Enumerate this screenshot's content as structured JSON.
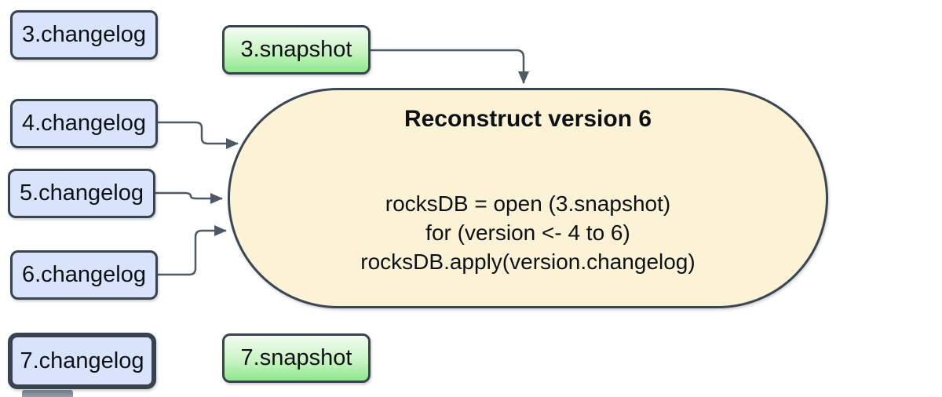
{
  "diagram": {
    "type": "flow-diagram",
    "nodes": {
      "changelog_3": {
        "label": "3.changelog",
        "shape": "rounded-rect",
        "fill": "#d7e4fb"
      },
      "snapshot_3": {
        "label": "3.snapshot",
        "shape": "rounded-rect",
        "fill": "green-gradient"
      },
      "changelog_4": {
        "label": "4.changelog",
        "shape": "rounded-rect",
        "fill": "#d7e4fb"
      },
      "changelog_5": {
        "label": "5.changelog",
        "shape": "rounded-rect",
        "fill": "#d7e4fb"
      },
      "changelog_6": {
        "label": "6.changelog",
        "shape": "rounded-rect",
        "fill": "#d7e4fb"
      },
      "changelog_7": {
        "label": "7.changelog",
        "shape": "rounded-rect",
        "fill": "#d7e4fb",
        "emphasized_border": true
      },
      "snapshot_7": {
        "label": "7.snapshot",
        "shape": "rounded-rect",
        "fill": "green-gradient"
      },
      "reconstruct": {
        "shape": "stadium",
        "fill": "#fcf2d6",
        "title": "Reconstruct version 6",
        "code_line_1": "rocksDB = open (3.snapshot)",
        "code_line_2": "for (version <- 4 to 6)",
        "code_line_3": "rocksDB.apply(version.changelog)"
      }
    },
    "edges": [
      {
        "from": "3.snapshot",
        "to": "Reconstruct version 6",
        "style": "elbow-arrow"
      },
      {
        "from": "4.changelog",
        "to": "Reconstruct version 6",
        "style": "elbow-arrow"
      },
      {
        "from": "5.changelog",
        "to": "Reconstruct version 6",
        "style": "elbow-arrow"
      },
      {
        "from": "6.changelog",
        "to": "Reconstruct version 6",
        "style": "elbow-arrow"
      }
    ],
    "colors": {
      "changelog_fill": "#d7e4fb",
      "snapshot_gradient_top": "#f3fdf1",
      "snapshot_gradient_bottom": "#8de88c",
      "process_fill": "#fcf2d6",
      "node_border": "#39434e",
      "arrow": "#4d5a66",
      "text": "#0d1116",
      "background": "#ffffff"
    }
  }
}
